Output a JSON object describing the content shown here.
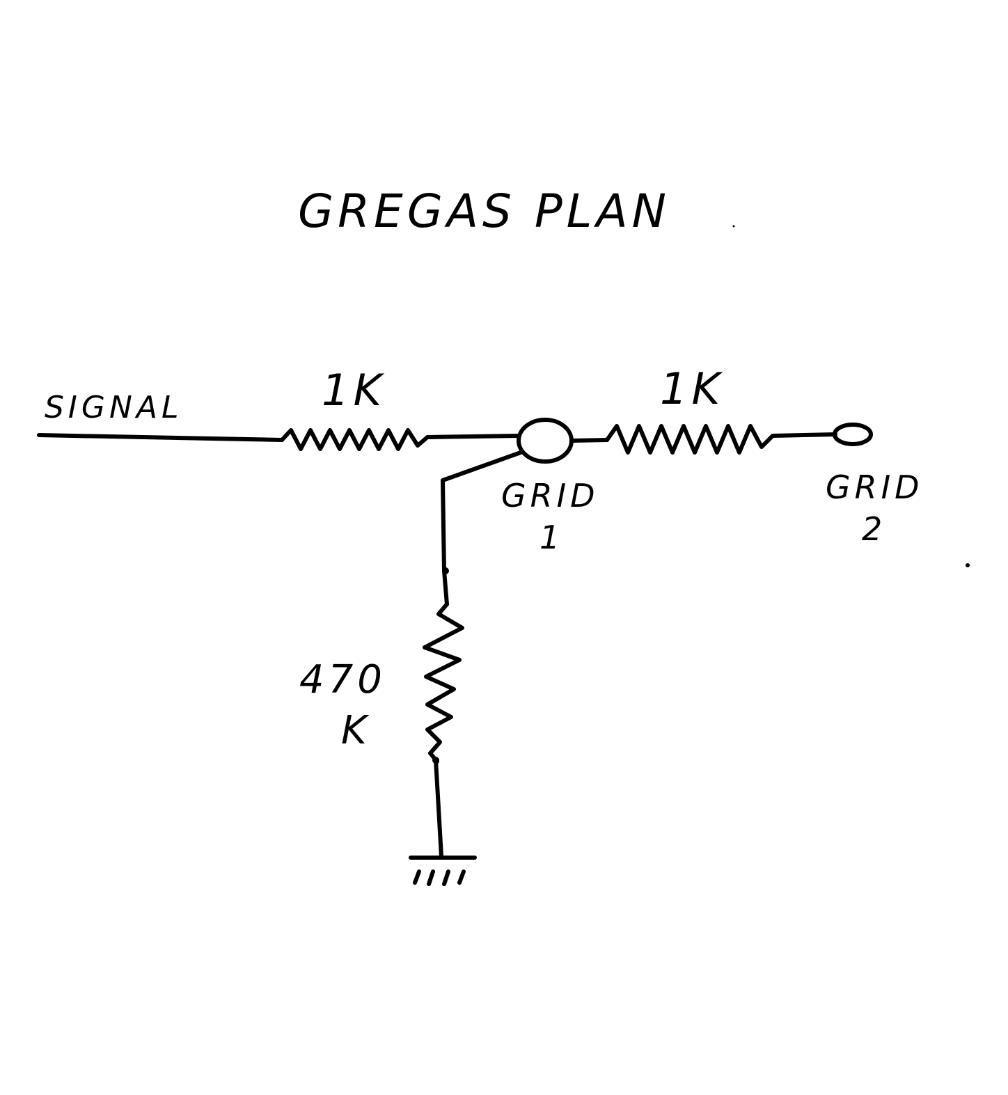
{
  "title": "GREGAS PLAN",
  "labels": {
    "signal": "SIGNAL",
    "r1_value": "1K",
    "r2_value": "1K",
    "r3_value_line1": "470",
    "r3_value_line2": "K",
    "grid1_line1": "GRID",
    "grid1_line2": "1",
    "grid2_line1": "GRID",
    "grid2_line2": "2"
  },
  "components": [
    {
      "name": "resistor-1",
      "value": "1K",
      "connects": [
        "SIGNAL",
        "GRID 1"
      ]
    },
    {
      "name": "resistor-2",
      "value": "1K",
      "connects": [
        "GRID 1",
        "GRID 2"
      ]
    },
    {
      "name": "resistor-3",
      "value": "470 K",
      "connects": [
        "GRID 1",
        "ground"
      ]
    }
  ],
  "colors": {
    "ink": "#000000",
    "paper": "#ffffff"
  }
}
